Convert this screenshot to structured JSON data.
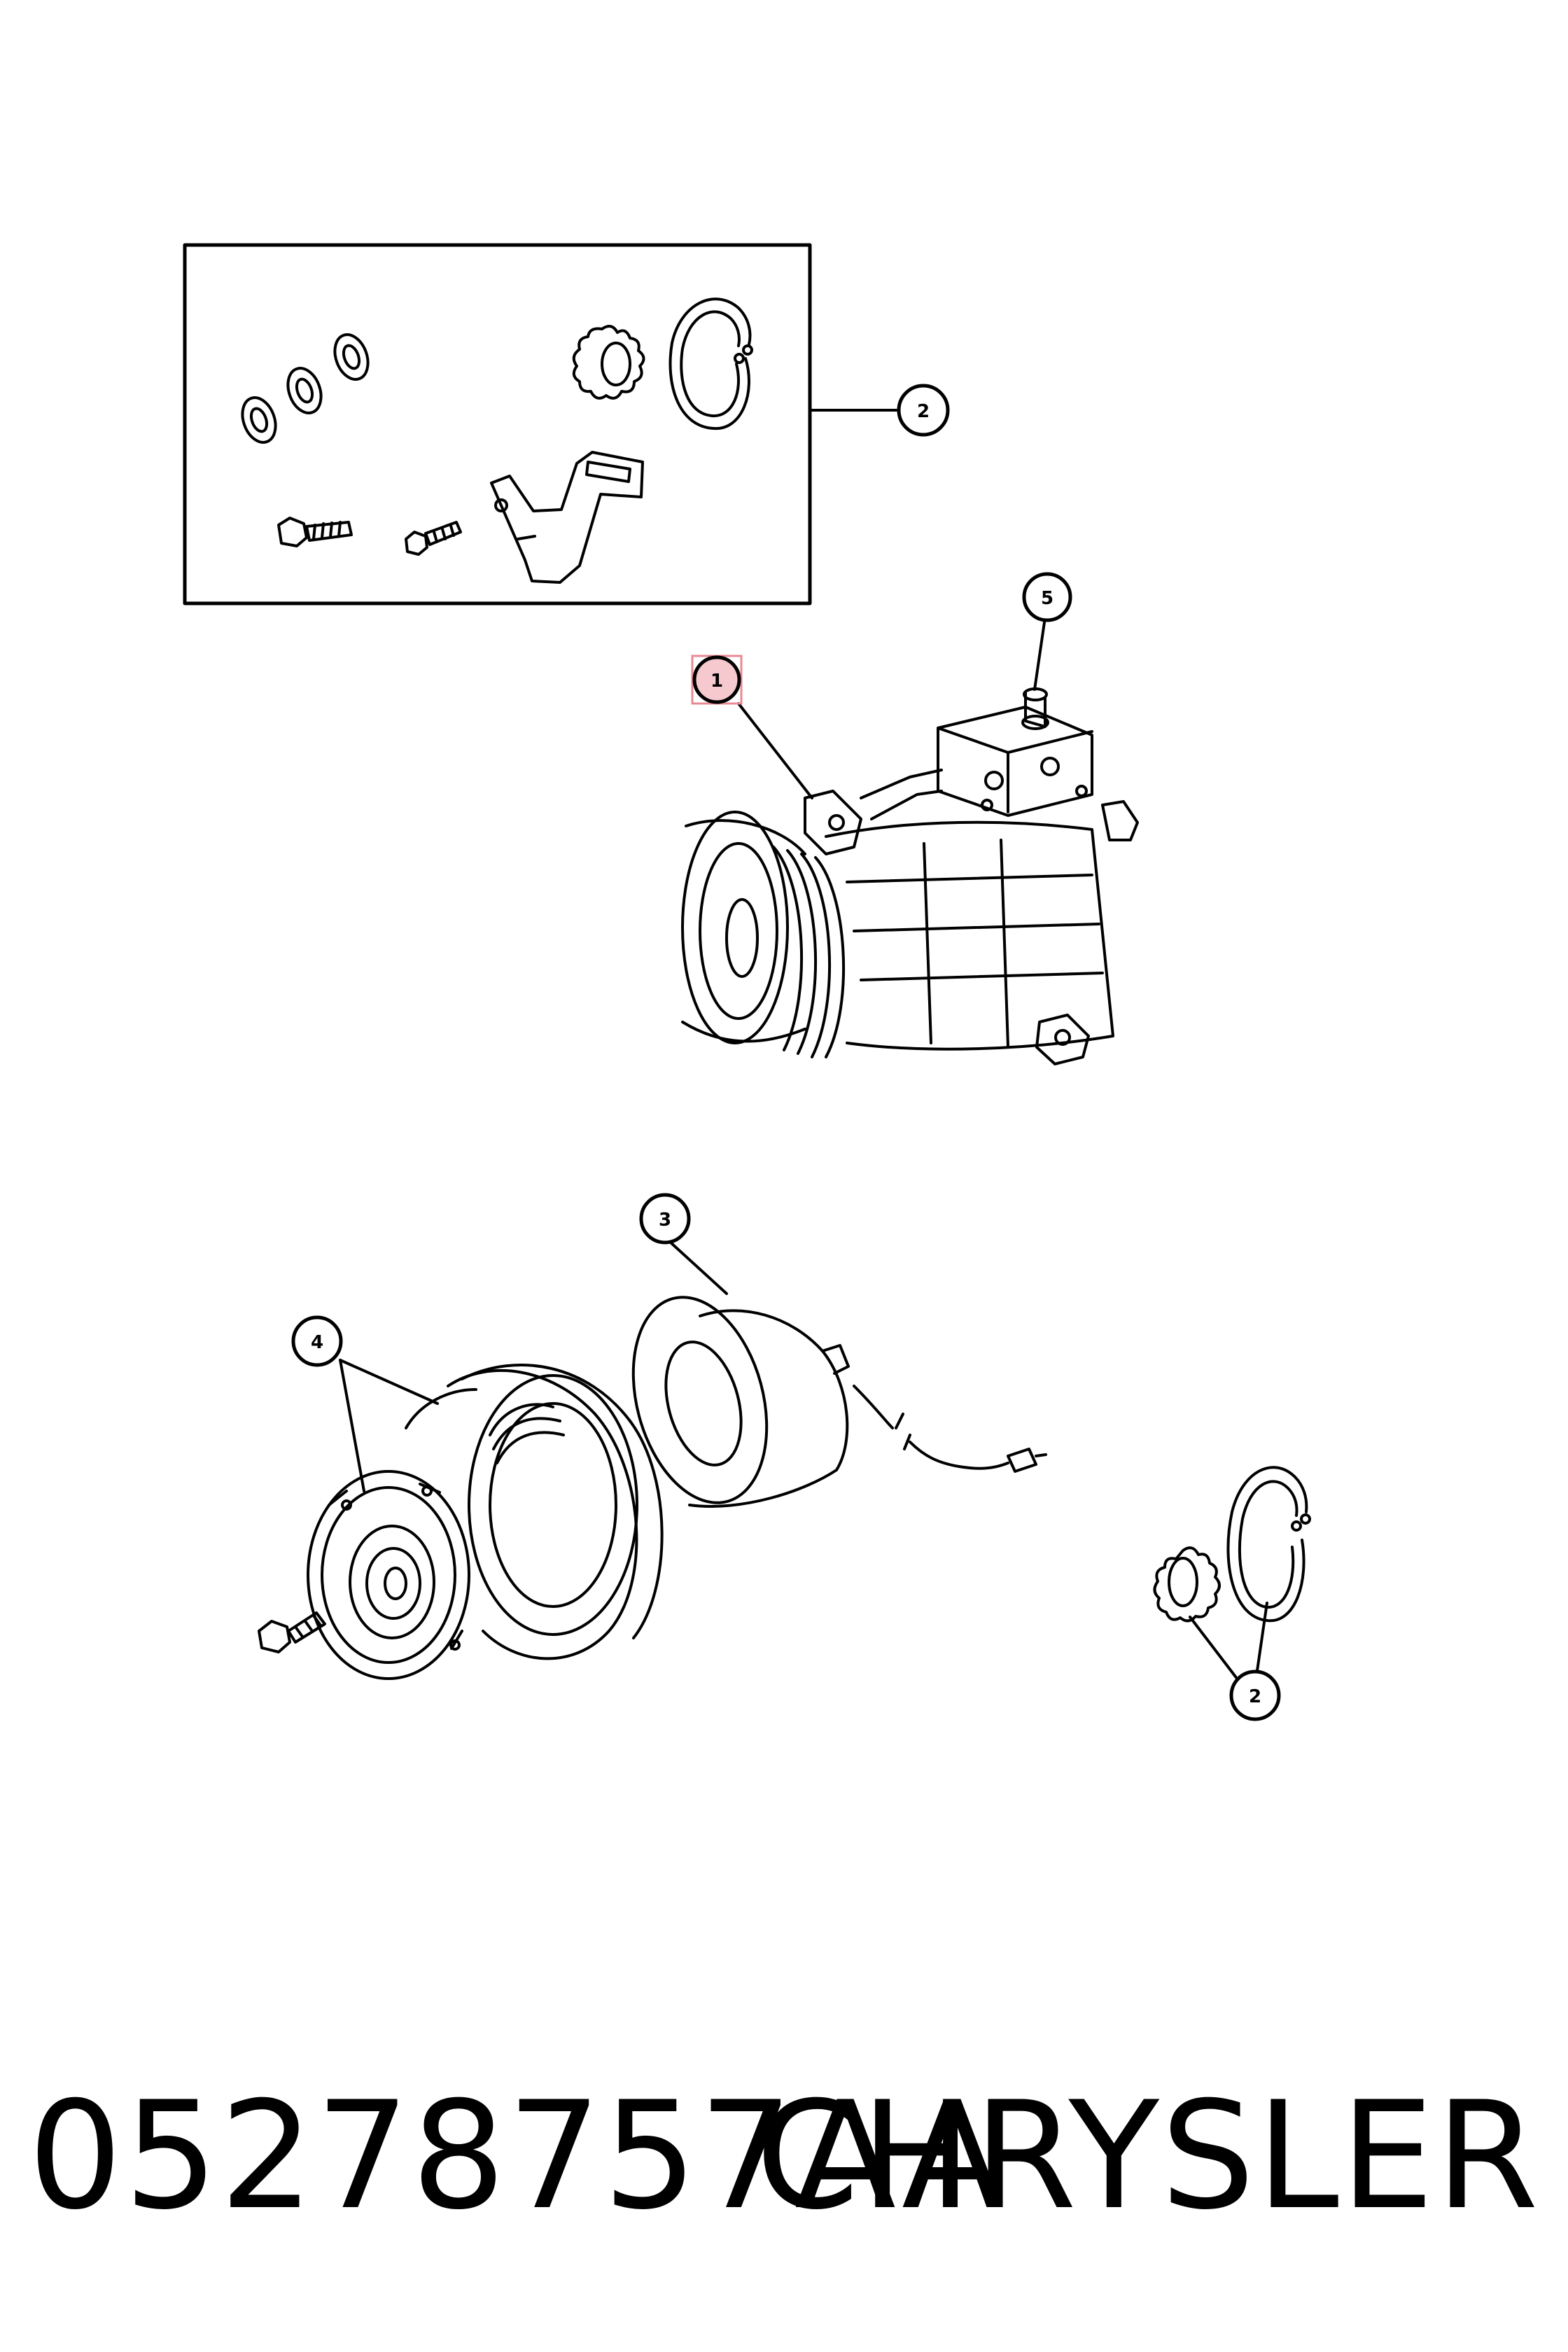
{
  "callouts": {
    "kit": "2",
    "compressor": "1",
    "valve": "5",
    "coil": "3",
    "clutch": "4",
    "snap_rings": "2"
  },
  "highlight_color": "#e88a96",
  "footer": {
    "part_number": "05278757AA",
    "brand": "CHRYSLER"
  }
}
